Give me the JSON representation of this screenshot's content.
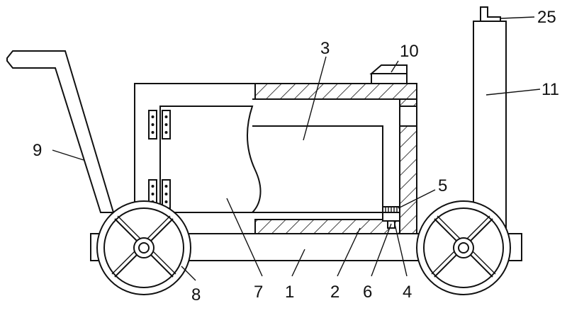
{
  "callouts": {
    "c1": "1",
    "c2": "2",
    "c3": "3",
    "c4": "4",
    "c5": "5",
    "c6": "6",
    "c7": "7",
    "c8": "8",
    "c9": "9",
    "c10": "10",
    "c11": "11",
    "c25": "25"
  }
}
